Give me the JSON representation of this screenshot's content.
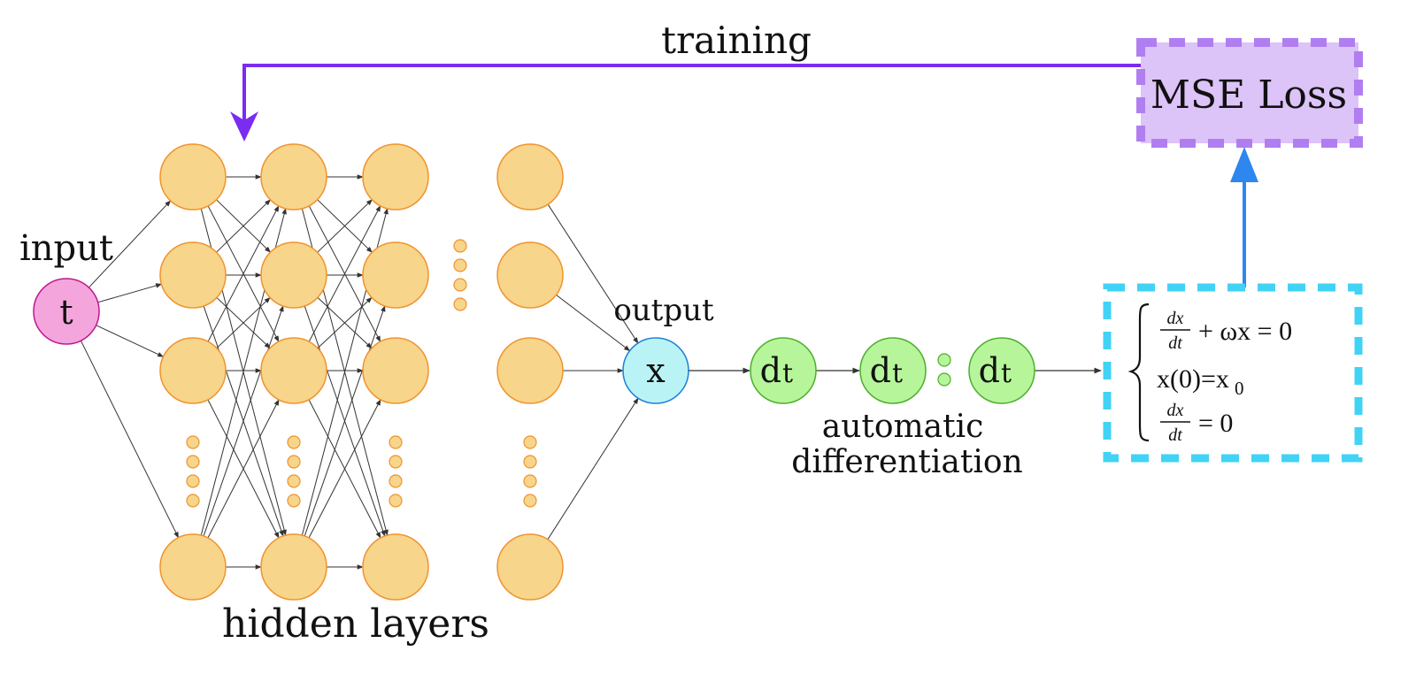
{
  "labels": {
    "training": "training",
    "input": "input",
    "output": "output",
    "hidden_layers": "hidden layers",
    "autodiff_line1": "automatic",
    "autodiff_line2": "differentiation",
    "loss": "MSE Loss"
  },
  "nodes": {
    "input": "t",
    "output": "x",
    "derivative": "d",
    "derivative_sub": "t"
  },
  "equations": {
    "frac_num": "dx",
    "frac_den": "dt",
    "eq1_rest": "+ ωx = 0",
    "eq2": "x(0)=x",
    "eq2_sub": "0",
    "eq3_rest": "= 0"
  },
  "colors": {
    "neuron_fill": "#f7d58a",
    "neuron_stroke": "#f0932f",
    "input_fill": "#f4a6dc",
    "input_stroke": "#c0178e",
    "output_fill": "#b9f3f5",
    "output_stroke": "#1f7fd6",
    "deriv_fill": "#b6f59a",
    "deriv_stroke": "#4caf2d",
    "training_arrow": "#7a2cf0",
    "loss_fill": "#dcc3f8",
    "loss_border": "#b07ef0",
    "equation_border": "#41d3f5",
    "loss_arrow": "#2e86ef"
  }
}
